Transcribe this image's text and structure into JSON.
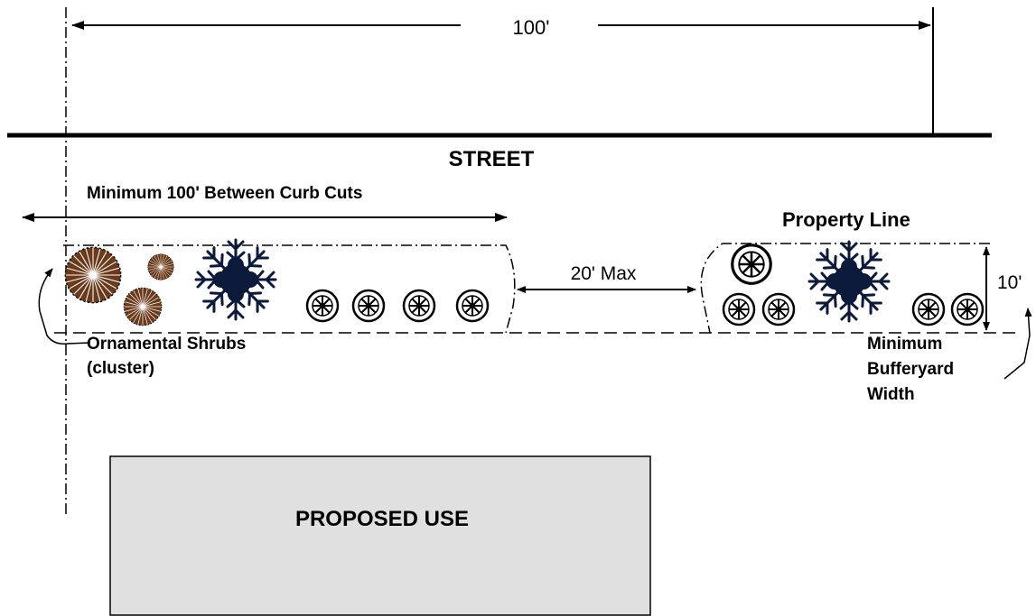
{
  "labels": {
    "dimension_top": "100'",
    "street": "STREET",
    "curb_cut_spacing": "Minimum 100' Between Curb Cuts",
    "property_line": "Property Line",
    "gap_max": "20' Max",
    "width_value": "10'",
    "shrubs_line1": "Ornamental Shrubs",
    "shrubs_line2": "(cluster)",
    "bufferyard_line1": "Minimum",
    "bufferyard_line2": "Bufferyard",
    "bufferyard_line3": "Width",
    "proposed_use": "PROPOSED USE"
  },
  "colors": {
    "line": "#000000",
    "evergreen_tree": "#0b1a3a",
    "evergreen_accent": "#1f3b66",
    "ornamental_shrub": "#6b3a1a",
    "building_fill": "#e0e0e0"
  },
  "icons": {
    "evergreen": "snowflake-evergreen-icon",
    "shrub": "ornamental-shrub-icon",
    "deciduous": "asterisk-circle-shrub-icon"
  }
}
